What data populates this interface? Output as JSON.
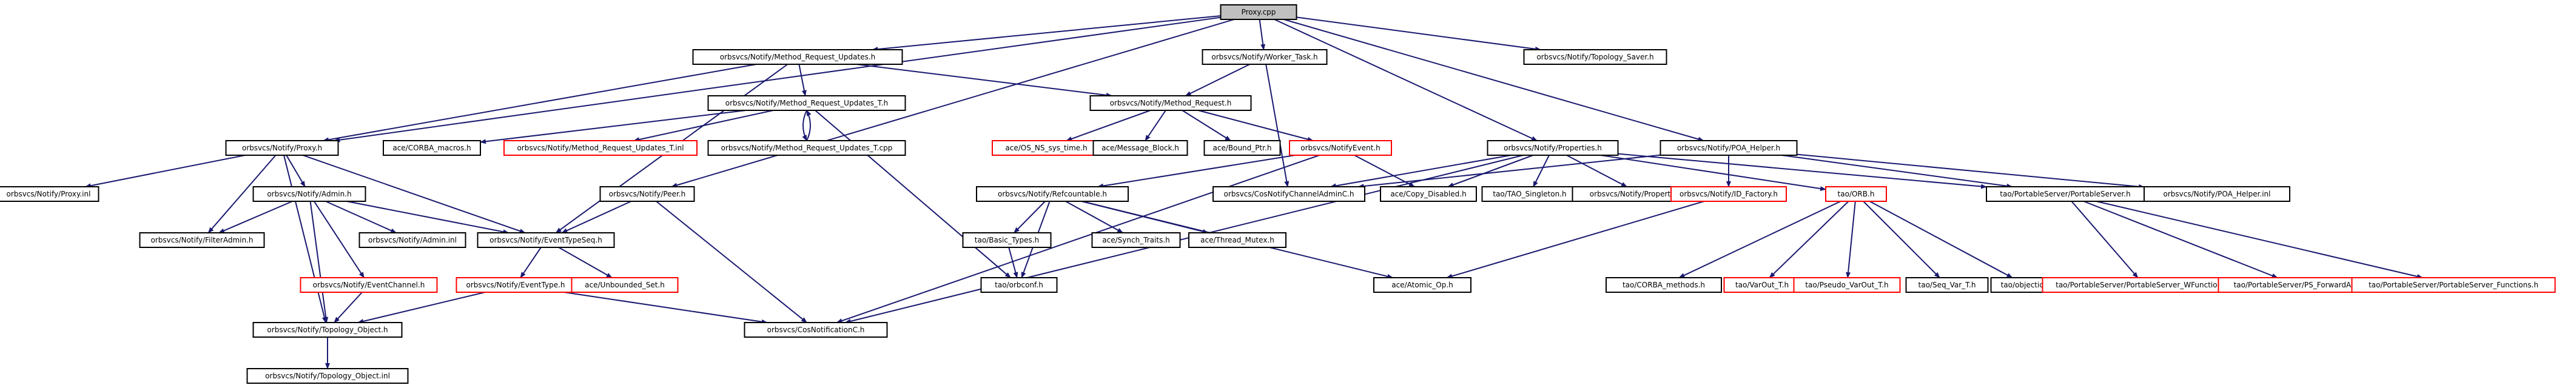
{
  "diagram": {
    "title": "",
    "colors": {
      "edge": "#191970",
      "root_fill": "#c0c0c0",
      "missing_border": "#ff0000",
      "node_border": "#000000"
    },
    "nodes": [
      {
        "id": "proxy_cpp",
        "label": "Proxy.cpp",
        "root": true
      },
      {
        "id": "mru_h",
        "label": "orbsvcs/Notify/Method_Request_Updates.h"
      },
      {
        "id": "worker_task",
        "label": "orbsvcs/Notify/Worker_Task.h"
      },
      {
        "id": "topology_saver",
        "label": "orbsvcs/Notify/Topology_Saver.h"
      },
      {
        "id": "mru_t_h",
        "label": "orbsvcs/Notify/Method_Request_Updates_T.h"
      },
      {
        "id": "method_request",
        "label": "orbsvcs/Notify/Method_Request.h"
      },
      {
        "id": "proxy_h",
        "label": "orbsvcs/Notify/Proxy.h"
      },
      {
        "id": "corba_macros",
        "label": "ace/CORBA_macros.h"
      },
      {
        "id": "mru_t_inl",
        "label": "orbsvcs/Notify/Method_Request_Updates_T.inl",
        "missing": true
      },
      {
        "id": "mru_t_cpp",
        "label": "orbsvcs/Notify/Method_Request_Updates_T.cpp"
      },
      {
        "id": "os_ns_sys_time",
        "label": "ace/OS_NS_sys_time.h",
        "missing": true
      },
      {
        "id": "message_block",
        "label": "ace/Message_Block.h"
      },
      {
        "id": "bound_ptr",
        "label": "ace/Bound_Ptr.h"
      },
      {
        "id": "notify_event",
        "label": "orbsvcs/NotifyEvent.h",
        "missing": true
      },
      {
        "id": "properties_h",
        "label": "orbsvcs/Notify/Properties.h"
      },
      {
        "id": "poa_helper",
        "label": "orbsvcs/Notify/POA_Helper.h"
      },
      {
        "id": "proxy_inl",
        "label": "orbsvcs/Notify/Proxy.inl"
      },
      {
        "id": "admin_h",
        "label": "orbsvcs/Notify/Admin.h"
      },
      {
        "id": "peer_h",
        "label": "orbsvcs/Notify/Peer.h"
      },
      {
        "id": "refcountable",
        "label": "orbsvcs/Notify/Refcountable.h"
      },
      {
        "id": "cos_channel_admin",
        "label": "orbsvcs/CosNotifyChannelAdminC.h"
      },
      {
        "id": "copy_disabled",
        "label": "ace/Copy_Disabled.h"
      },
      {
        "id": "tao_singleton",
        "label": "tao/TAO_Singleton.h"
      },
      {
        "id": "properties_inl",
        "label": "orbsvcs/Notify/Properties.inl"
      },
      {
        "id": "id_factory",
        "label": "orbsvcs/Notify/ID_Factory.h",
        "missing": true
      },
      {
        "id": "orb_h",
        "label": "tao/ORB.h",
        "missing": true
      },
      {
        "id": "portable_server",
        "label": "tao/PortableServer/PortableServer.h"
      },
      {
        "id": "poa_helper_inl",
        "label": "orbsvcs/Notify/POA_Helper.inl"
      },
      {
        "id": "filter_admin",
        "label": "orbsvcs/Notify/FilterAdmin.h"
      },
      {
        "id": "admin_inl",
        "label": "orbsvcs/Notify/Admin.inl"
      },
      {
        "id": "event_type_seq",
        "label": "orbsvcs/Notify/EventTypeSeq.h"
      },
      {
        "id": "basic_types",
        "label": "tao/Basic_Types.h"
      },
      {
        "id": "synch_traits",
        "label": "ace/Synch_Traits.h"
      },
      {
        "id": "thread_mutex",
        "label": "ace/Thread_Mutex.h"
      },
      {
        "id": "atomic_op",
        "label": "ace/Atomic_Op.h"
      },
      {
        "id": "corba_methods",
        "label": "tao/CORBA_methods.h"
      },
      {
        "id": "varout_t",
        "label": "tao/VarOut_T.h",
        "missing": true
      },
      {
        "id": "pseudo_varout",
        "label": "tao/Pseudo_VarOut_T.h",
        "missing": true
      },
      {
        "id": "seq_var_t",
        "label": "tao/Seq_Var_T.h"
      },
      {
        "id": "objectid",
        "label": "tao/objectid.h"
      },
      {
        "id": "ps_wfunctions",
        "label": "tao/PortableServer/PortableServer_WFunctions.h",
        "missing": true
      },
      {
        "id": "ps_forwarda",
        "label": "tao/PortableServer/PS_ForwardA.h",
        "missing": true
      },
      {
        "id": "ps_functions",
        "label": "tao/PortableServer/PortableServer_Functions.h",
        "missing": true
      },
      {
        "id": "event_channel",
        "label": "orbsvcs/Notify/EventChannel.h",
        "missing": true
      },
      {
        "id": "event_type",
        "label": "orbsvcs/Notify/EventType.h",
        "missing": true
      },
      {
        "id": "unbounded_set",
        "label": "ace/Unbounded_Set.h",
        "missing": true
      },
      {
        "id": "orbconf",
        "label": "tao/orbconf.h"
      },
      {
        "id": "topology_object",
        "label": "orbsvcs/Notify/Topology_Object.h"
      },
      {
        "id": "cos_notification",
        "label": "orbsvcs/CosNotificationC.h"
      },
      {
        "id": "topology_object_inl",
        "label": "orbsvcs/Notify/Topology_Object.inl"
      }
    ],
    "edges": [
      {
        "from": "proxy_cpp",
        "to": "mru_h"
      },
      {
        "from": "proxy_cpp",
        "to": "worker_task"
      },
      {
        "from": "proxy_cpp",
        "to": "topology_saver"
      },
      {
        "from": "proxy_cpp",
        "to": "proxy_h"
      },
      {
        "from": "proxy_cpp",
        "to": "peer_h"
      },
      {
        "from": "proxy_cpp",
        "to": "properties_h"
      },
      {
        "from": "proxy_cpp",
        "to": "poa_helper"
      },
      {
        "from": "mru_h",
        "to": "mru_t_h"
      },
      {
        "from": "mru_h",
        "to": "method_request"
      },
      {
        "from": "mru_h",
        "to": "proxy_h"
      },
      {
        "from": "mru_h",
        "to": "event_type_seq"
      },
      {
        "from": "worker_task",
        "to": "method_request"
      },
      {
        "from": "worker_task",
        "to": "cos_channel_admin"
      },
      {
        "from": "mru_t_h",
        "to": "corba_macros"
      },
      {
        "from": "mru_t_h",
        "to": "mru_t_inl"
      },
      {
        "from": "mru_t_h",
        "to": "mru_t_cpp"
      },
      {
        "from": "mru_t_h",
        "to": "orbconf"
      },
      {
        "from": "mru_t_cpp",
        "to": "mru_t_h"
      },
      {
        "from": "method_request",
        "to": "os_ns_sys_time"
      },
      {
        "from": "method_request",
        "to": "message_block"
      },
      {
        "from": "method_request",
        "to": "bound_ptr"
      },
      {
        "from": "method_request",
        "to": "notify_event"
      },
      {
        "from": "notify_event",
        "to": "refcountable"
      },
      {
        "from": "notify_event",
        "to": "copy_disabled"
      },
      {
        "from": "notify_event",
        "to": "cos_notification"
      },
      {
        "from": "proxy_h",
        "to": "proxy_inl"
      },
      {
        "from": "proxy_h",
        "to": "admin_h"
      },
      {
        "from": "proxy_h",
        "to": "filter_admin"
      },
      {
        "from": "proxy_h",
        "to": "event_type_seq"
      },
      {
        "from": "proxy_h",
        "to": "topology_object"
      },
      {
        "from": "admin_h",
        "to": "filter_admin"
      },
      {
        "from": "admin_h",
        "to": "admin_inl"
      },
      {
        "from": "admin_h",
        "to": "event_type_seq"
      },
      {
        "from": "admin_h",
        "to": "event_channel"
      },
      {
        "from": "admin_h",
        "to": "topology_object"
      },
      {
        "from": "peer_h",
        "to": "event_type_seq"
      },
      {
        "from": "peer_h",
        "to": "cos_notification"
      },
      {
        "from": "event_type_seq",
        "to": "event_type"
      },
      {
        "from": "event_type_seq",
        "to": "unbounded_set"
      },
      {
        "from": "event_type",
        "to": "cos_notification"
      },
      {
        "from": "event_type",
        "to": "topology_object"
      },
      {
        "from": "event_channel",
        "to": "topology_object"
      },
      {
        "from": "topology_object",
        "to": "topology_object_inl"
      },
      {
        "from": "refcountable",
        "to": "basic_types"
      },
      {
        "from": "refcountable",
        "to": "synch_traits"
      },
      {
        "from": "refcountable",
        "to": "thread_mutex"
      },
      {
        "from": "refcountable",
        "to": "atomic_op"
      },
      {
        "from": "refcountable",
        "to": "orbconf"
      },
      {
        "from": "basic_types",
        "to": "orbconf"
      },
      {
        "from": "properties_h",
        "to": "cos_channel_admin"
      },
      {
        "from": "properties_h",
        "to": "copy_disabled"
      },
      {
        "from": "properties_h",
        "to": "tao_singleton"
      },
      {
        "from": "properties_h",
        "to": "properties_inl"
      },
      {
        "from": "properties_h",
        "to": "orb_h"
      },
      {
        "from": "properties_h",
        "to": "portable_server"
      },
      {
        "from": "properties_h",
        "to": "cos_notification"
      },
      {
        "from": "poa_helper",
        "to": "id_factory"
      },
      {
        "from": "poa_helper",
        "to": "portable_server"
      },
      {
        "from": "poa_helper",
        "to": "poa_helper_inl"
      },
      {
        "from": "poa_helper",
        "to": "cos_channel_admin"
      },
      {
        "from": "id_factory",
        "to": "atomic_op"
      },
      {
        "from": "orb_h",
        "to": "corba_methods"
      },
      {
        "from": "orb_h",
        "to": "varout_t"
      },
      {
        "from": "orb_h",
        "to": "pseudo_varout"
      },
      {
        "from": "orb_h",
        "to": "seq_var_t"
      },
      {
        "from": "orb_h",
        "to": "objectid"
      },
      {
        "from": "portable_server",
        "to": "ps_wfunctions"
      },
      {
        "from": "portable_server",
        "to": "ps_forwarda"
      },
      {
        "from": "portable_server",
        "to": "ps_functions"
      }
    ]
  }
}
